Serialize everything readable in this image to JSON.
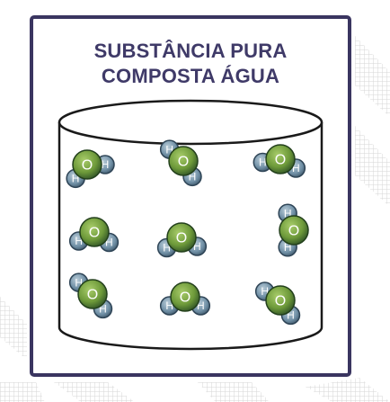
{
  "title": {
    "line1": "SUBSTÂNCIA PURA",
    "line2": "COMPOSTA ÁGUA"
  },
  "molecule": {
    "center_atom": "O",
    "outer_atom": "H",
    "count": 9
  },
  "colors": {
    "frame": "#3a3560",
    "title": "#3f3a68",
    "oxygen": "#6e9a3a",
    "oxygen_dark": "#2f5226",
    "hydrogen": "#6f8fa5",
    "container_stroke": "#1a1a1a"
  }
}
